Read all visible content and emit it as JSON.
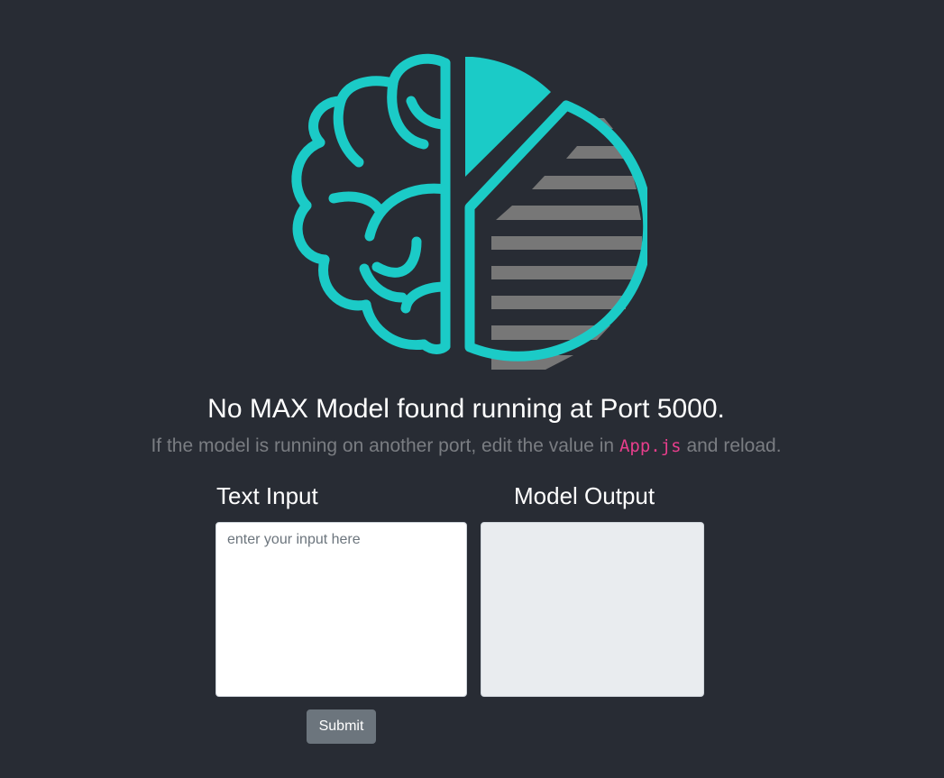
{
  "colors": {
    "background": "#282c34",
    "logo_teal": "#1bcbc7",
    "logo_stripes": "#777777",
    "code_pink": "#e83e8c",
    "button_gray": "#6c757d",
    "output_bg": "#e9ecef"
  },
  "logo": {
    "icon": "brain-chart-icon"
  },
  "status": {
    "headline": "No MAX Model found running at Port 5000.",
    "hint_before": "If the model is running on another port, edit the value in",
    "hint_code": "App.js",
    "hint_after": "and reload."
  },
  "input_panel": {
    "title": "Text Input",
    "placeholder": "enter your input here",
    "value": ""
  },
  "output_panel": {
    "title": "Model Output",
    "value": ""
  },
  "submit": {
    "label": "Submit"
  }
}
